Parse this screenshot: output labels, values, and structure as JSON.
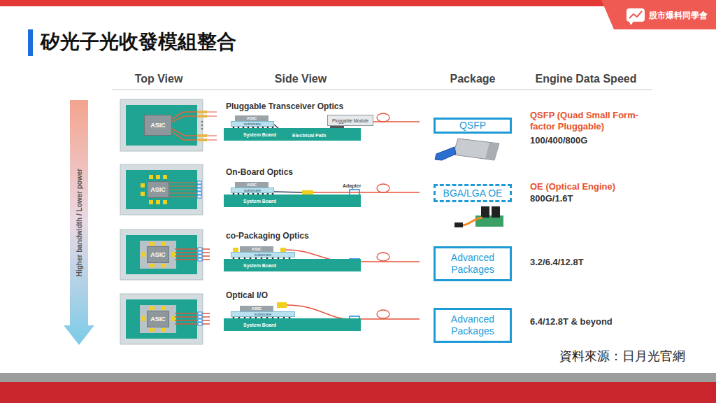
{
  "diagram": {
    "title": "矽光子光收發模組整合",
    "caption": "資料來源：日月光官網",
    "nodes": [
      {
        "text": [
          "ASIC"
        ]
      },
      {
        "text": [
          "ASIC"
        ]
      },
      {
        "text": [
          "substrate"
        ]
      },
      {
        "text": [
          "System Board"
        ]
      },
      {
        "text": [
          "Pluggable Module"
        ]
      },
      {
        "text": [
          "QSFP"
        ]
      },
      {
        "text": [
          "ASIC"
        ]
      },
      {
        "text": [
          "ASIC"
        ]
      },
      {
        "text": [
          "substrate"
        ]
      },
      {
        "text": [
          "System Board"
        ]
      },
      {
        "text": [
          "BGA/LGA OE"
        ]
      },
      {
        "text": [
          "ASIC"
        ]
      },
      {
        "text": [
          "ASIC"
        ]
      },
      {
        "text": [
          "substrate"
        ]
      },
      {
        "text": [
          "System Board"
        ]
      },
      {
        "text": [
          "Advanced Packages"
        ]
      },
      {
        "text": [
          "ASIC"
        ]
      },
      {
        "text": [
          "ASIC"
        ]
      },
      {
        "text": [
          "substrate"
        ]
      },
      {
        "text": [
          "System Board"
        ]
      },
      {
        "text": [
          "Advanced Packages"
        ]
      }
    ],
    "labels": [
      "股市爆料同學會",
      "Top View",
      "Side View",
      "Package",
      "Engine Data Speed",
      "Higher bandwidth / Lower power",
      "Pluggable Transceiver Optics",
      "Electrical Path",
      "QSFP (Quad Small Form-factor Pluggable)",
      "100/400/800G",
      "On-Board Optics",
      "Adapter",
      "OE (Optical Engine)",
      "800G/1.6T",
      "co-Packaging Optics",
      "3.2/6.4/12.8T",
      "Optical I/O",
      "6.4/12.8T & beyond"
    ]
  }
}
